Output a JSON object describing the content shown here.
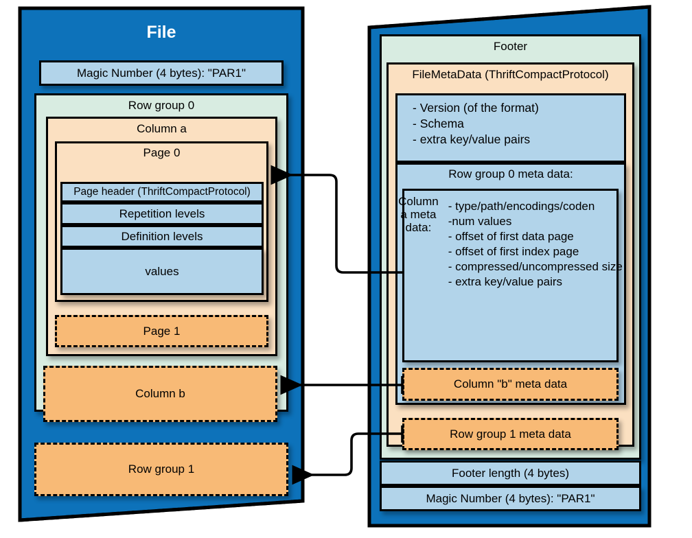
{
  "diagram": {
    "title": "Parquet file format layout",
    "colors": {
      "panel_blue": "#0d72ba",
      "group_green": "#d8ece1",
      "column_light_orange": "#fbe0c1",
      "block_orange": "#f8ba76",
      "block_light_blue": "#b2d4ea",
      "outline": "#000000"
    }
  },
  "file_panel": {
    "title": "File",
    "magic_number": "Magic Number (4 bytes): \"PAR1\"",
    "row_group_0": {
      "label": "Row group 0",
      "column_a": {
        "label": "Column a",
        "page_0": {
          "label": "Page 0",
          "parts": [
            "Page header (ThriftCompactProtocol)",
            "Repetition levels",
            "Definition levels",
            "values"
          ]
        },
        "page_1": "Page 1"
      },
      "column_b": "Column b"
    },
    "row_group_1": "Row group 1"
  },
  "footer_panel": {
    "footer_label": "Footer",
    "file_metadata": {
      "label": "FileMetaData (ThriftCompactProtocol)",
      "header_items": [
        "- Version (of the format)",
        "- Schema",
        "- extra key/value pairs"
      ],
      "row_group_0_meta": {
        "label": "Row group 0 meta data:",
        "column_a_meta": {
          "label": "Column a meta data:",
          "items": [
            "- type/path/encodings/coden",
            "-num values",
            "- offset of first data page",
            "- offset of first index page",
            "- compressed/uncompressed size",
            "- extra key/value pairs"
          ]
        },
        "column_b_meta": "Column \"b\" meta data"
      },
      "row_group_1_meta": "Row group 1 meta data"
    },
    "footer_length": "Footer length (4 bytes)",
    "magic_number": "Magic Number (4 bytes): \"PAR1\""
  },
  "connectors": [
    {
      "name": "column-a-meta-to-page-0",
      "from": "Column a meta data:",
      "to": "Page 0"
    },
    {
      "name": "column-b-meta-to-column-b",
      "from": "Column \"b\" meta data",
      "to": "Column b"
    },
    {
      "name": "row-group-1-meta-to-row-group-1",
      "from": "Row group 1 meta data",
      "to": "Row group 1"
    }
  ]
}
